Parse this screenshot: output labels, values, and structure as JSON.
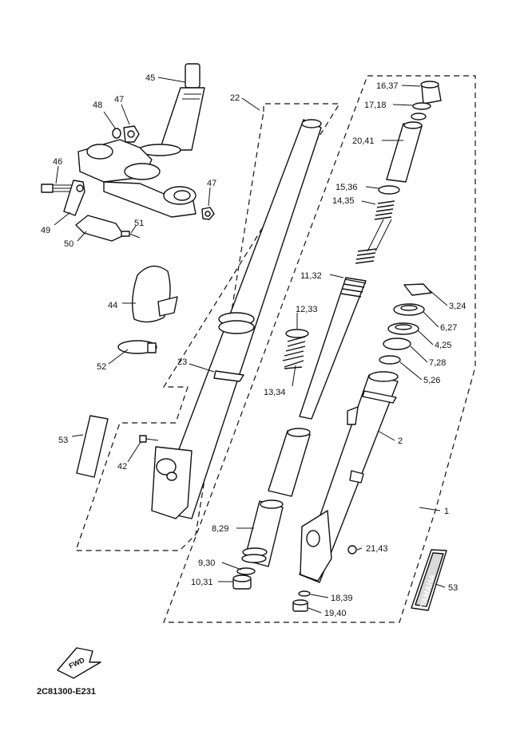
{
  "diagram_code": "2C81300-E231",
  "labels": {
    "p45": "45",
    "p48": "48",
    "p47a": "47",
    "p46": "46",
    "p47b": "47",
    "p49": "49",
    "p51": "51",
    "p50": "50",
    "p44": "44",
    "p52": "52",
    "p53a": "53",
    "p42": "42",
    "p23": "23",
    "p22": "22",
    "p12_33": "12,33",
    "p13_34": "13,34",
    "p16_37": "16,37",
    "p17_18": "17,18",
    "p20_41": "20,41",
    "p15_36": "15,36",
    "p14_35": "14,35",
    "p11_32": "11,32",
    "p3_24": "3,24",
    "p6_27": "6,27",
    "p4_25": "4,25",
    "p7_28": "7,28",
    "p5_26": "5,26",
    "p2": "2",
    "p1": "1",
    "p8_29": "8,29",
    "p9_30": "9,30",
    "p10_31": "10,31",
    "p21_43": "21,43",
    "p18_39": "18,39",
    "p19_40": "19,40",
    "p53b": "53"
  },
  "badges": {
    "yamaha": "YAMAHA",
    "fwd": "FWD"
  }
}
